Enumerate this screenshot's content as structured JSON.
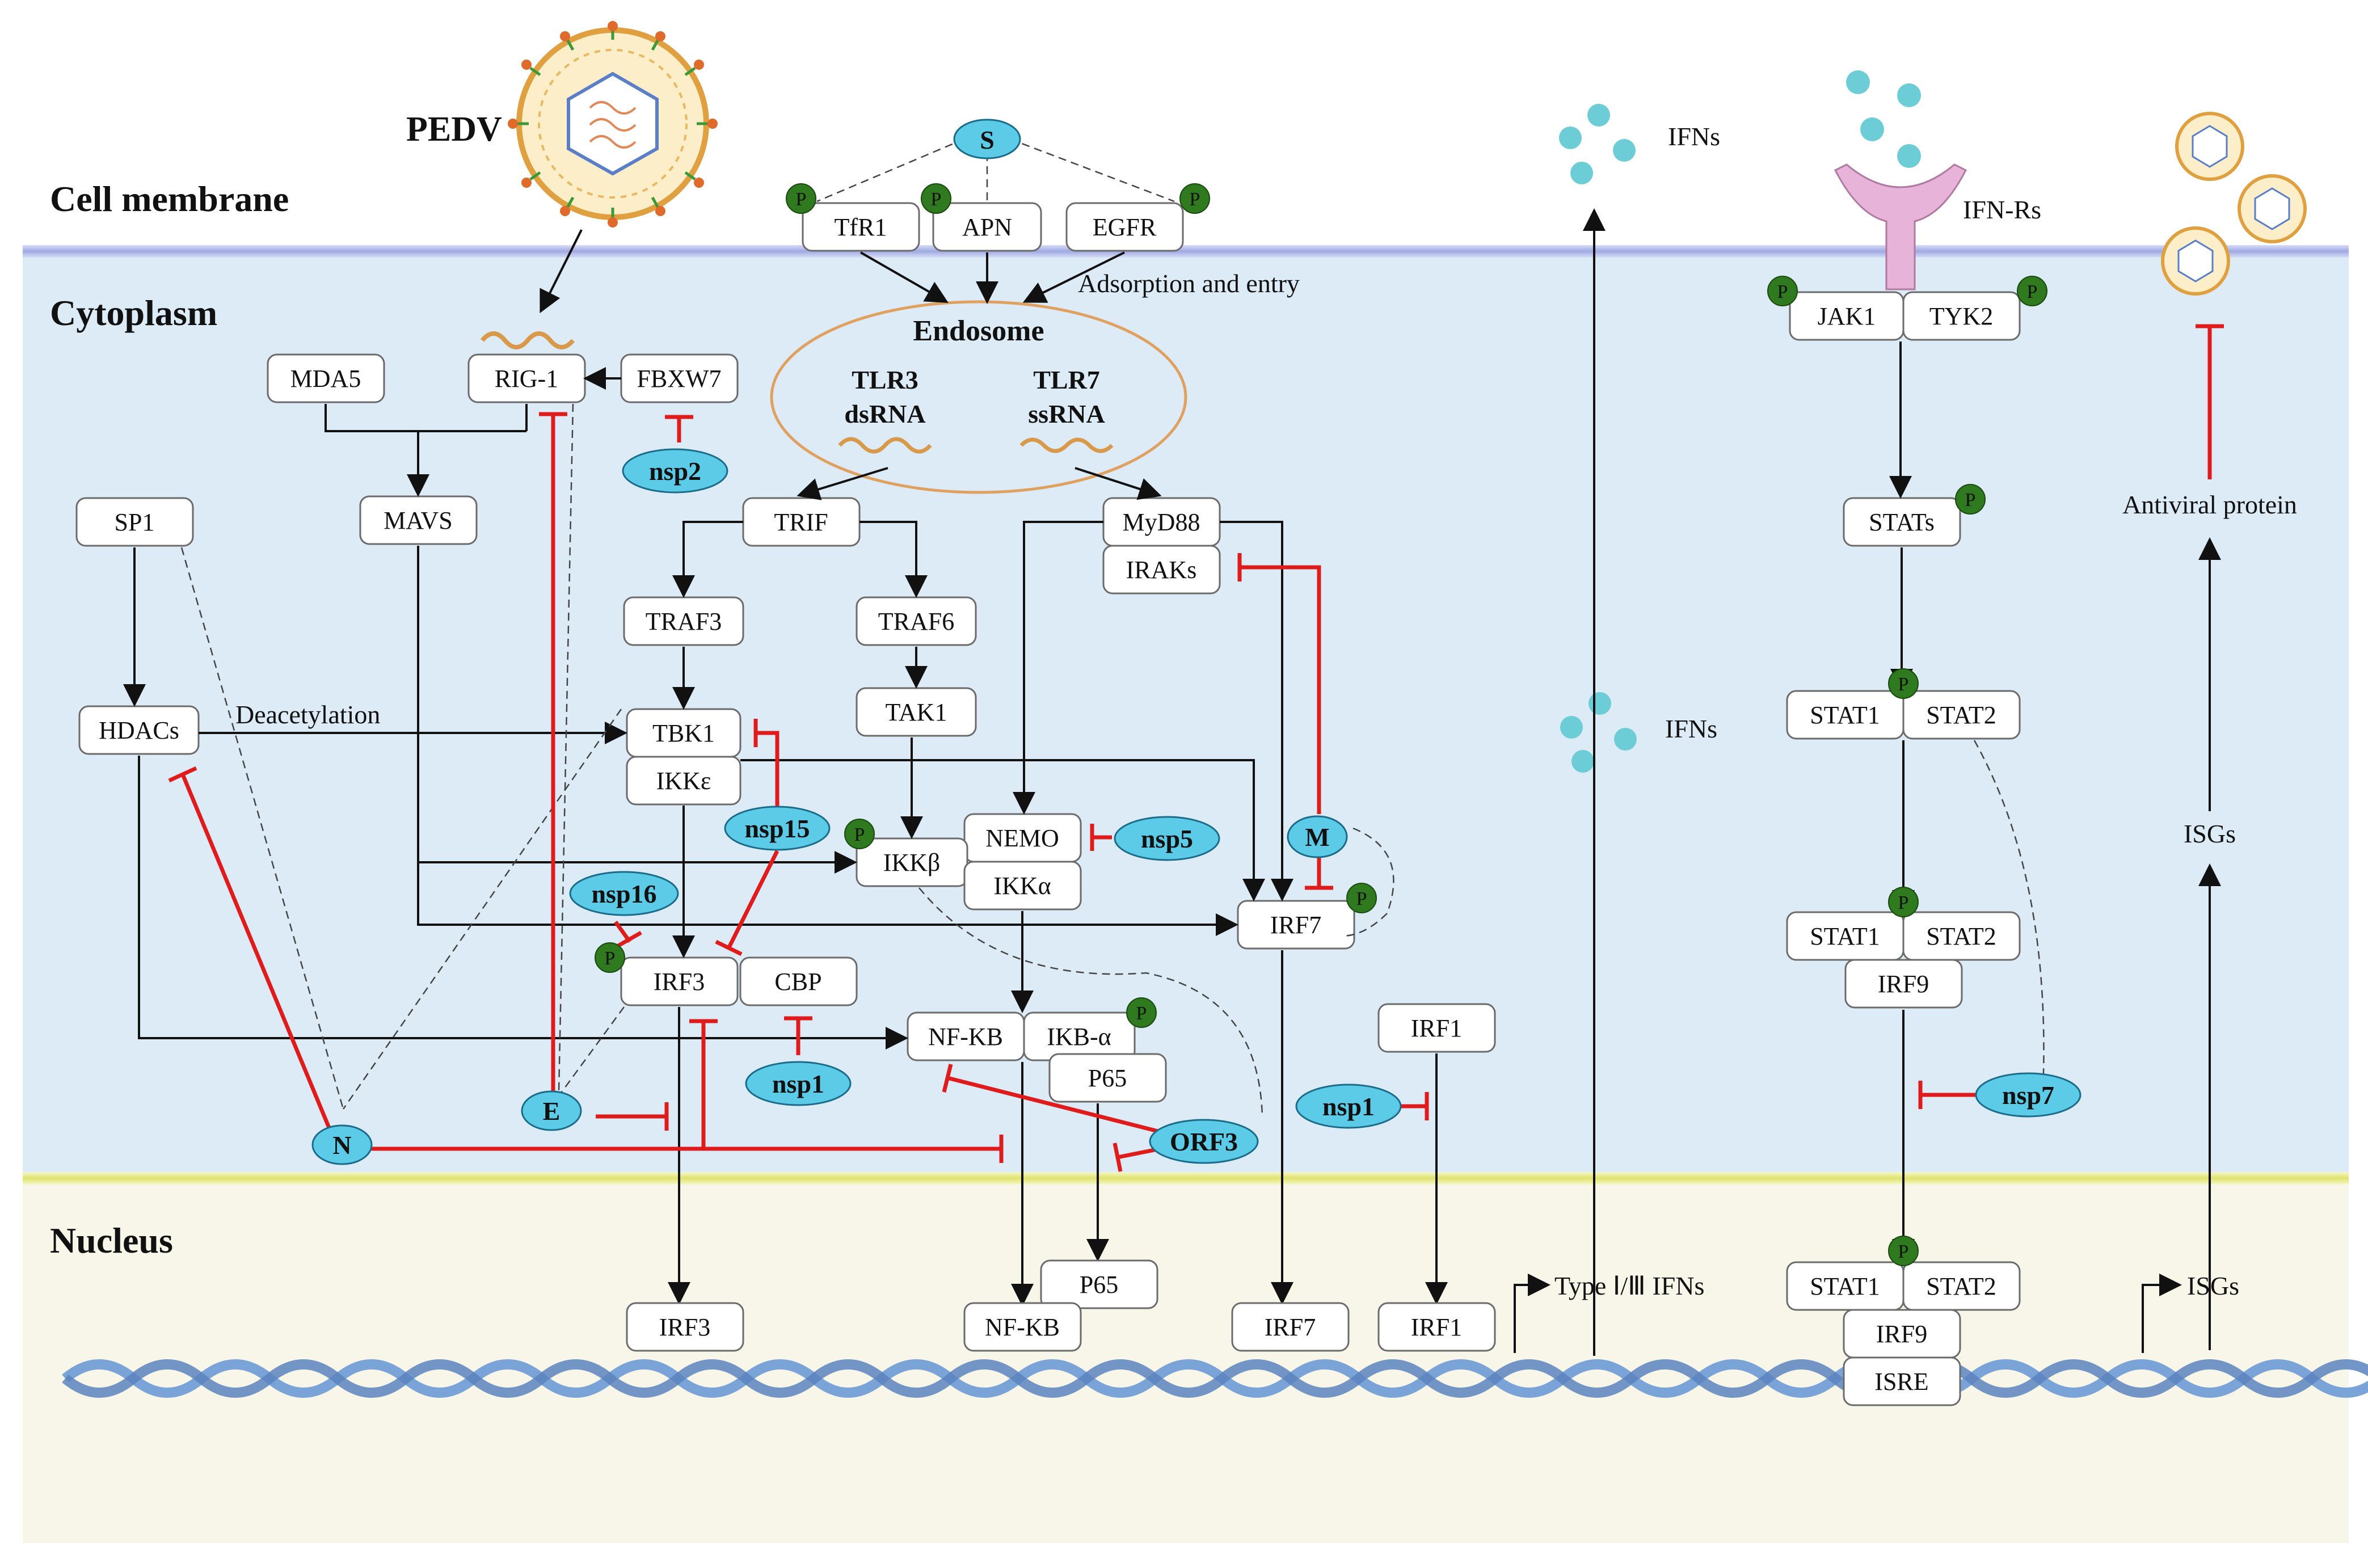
{
  "regions": {
    "cell_membrane": "Cell membrane",
    "cytoplasm": "Cytoplasm",
    "nucleus": "Nucleus"
  },
  "colors": {
    "cytoplasm": "#dcebf5",
    "nucleus": "#f7f6e8",
    "membrane": "#aab4e6",
    "nuclear_membrane": "#e6e88a",
    "inhibition": "#e01b1b",
    "viral_protein": "#5ccbe8",
    "phospho": "#2f7a1f",
    "endosome_outline": "#e0a060",
    "receptor": "#e8b3d8",
    "ifn_dot": "#6ccdd6"
  },
  "labels": {
    "pedv": "PEDV",
    "adsorption": "Adsorption and entry",
    "deacetylation": "Deacetylation",
    "ifns_top": "IFNs",
    "ifns_mid": "IFNs",
    "ifn_rs": "IFN-Rs",
    "antiviral": "Antiviral protein",
    "isgs_mid": "ISGs",
    "isgs_bottom": "ISGs",
    "type_ifns": "Type Ⅰ/Ⅲ IFNs"
  },
  "endosome": {
    "title": "Endosome",
    "tlr3": "TLR3",
    "dsrna": "dsRNA",
    "tlr7": "TLR7",
    "ssrna": "ssRNA"
  },
  "phospho_label": "P",
  "nodes": {
    "tfr1": "TfR1",
    "apn": "APN",
    "egfr": "EGFR",
    "mda5": "MDA5",
    "rig1": "RIG-1",
    "fbxw7": "FBXW7",
    "mavs": "MAVS",
    "sp1": "SP1",
    "hdacs": "HDACs",
    "trif": "TRIF",
    "myd88": "MyD88",
    "iraks": "IRAKs",
    "traf3": "TRAF3",
    "traf6": "TRAF6",
    "tak1": "TAK1",
    "tbk1": "TBK1",
    "ikke": "IKKε",
    "nemo": "NEMO",
    "ikkb": "IKKβ",
    "ikka": "IKKα",
    "irf7": "IRF7",
    "irf3": "IRF3",
    "cbp": "CBP",
    "nfkb": "NF-KB",
    "ikba": "IKB-α",
    "p65": "P65",
    "irf1": "IRF1",
    "jak1": "JAK1",
    "tyk2": "TYK2",
    "stats": "STATs",
    "stat1_a": "STAT1",
    "stat2_a": "STAT2",
    "stat1_b": "STAT1",
    "stat2_b": "STAT2",
    "irf9_b": "IRF9",
    "n_irf3": "IRF3",
    "n_p65": "P65",
    "n_nfkb": "NF-KB",
    "n_irf7": "IRF7",
    "n_irf1": "IRF1",
    "n_stat1": "STAT1",
    "n_stat2": "STAT2",
    "n_irf9": "IRF9",
    "n_isre": "ISRE"
  },
  "viral_proteins": {
    "s": "S",
    "nsp2": "nsp2",
    "nsp15": "nsp15",
    "nsp16": "nsp16",
    "nsp5": "nsp5",
    "m": "M",
    "nsp1_a": "nsp1",
    "nsp1_b": "nsp1",
    "e": "E",
    "n": "N",
    "orf3": "ORF3",
    "nsp7": "nsp7"
  }
}
